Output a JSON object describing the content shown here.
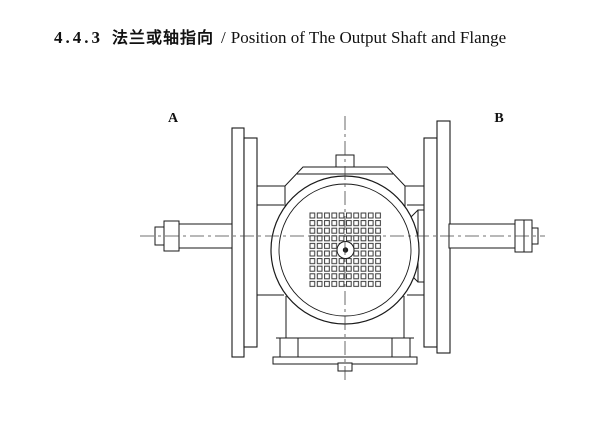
{
  "colors": {
    "background": "#ffffff",
    "line": "#1a1a1a",
    "centerline": "#444444"
  },
  "header": {
    "section_number": "4.4.3",
    "title_zh": "法兰或轴指向",
    "separator": "/",
    "title_en": "Position of The Output Shaft and Flange"
  },
  "diagram": {
    "view_label_left": "A",
    "view_label_right": "B"
  }
}
